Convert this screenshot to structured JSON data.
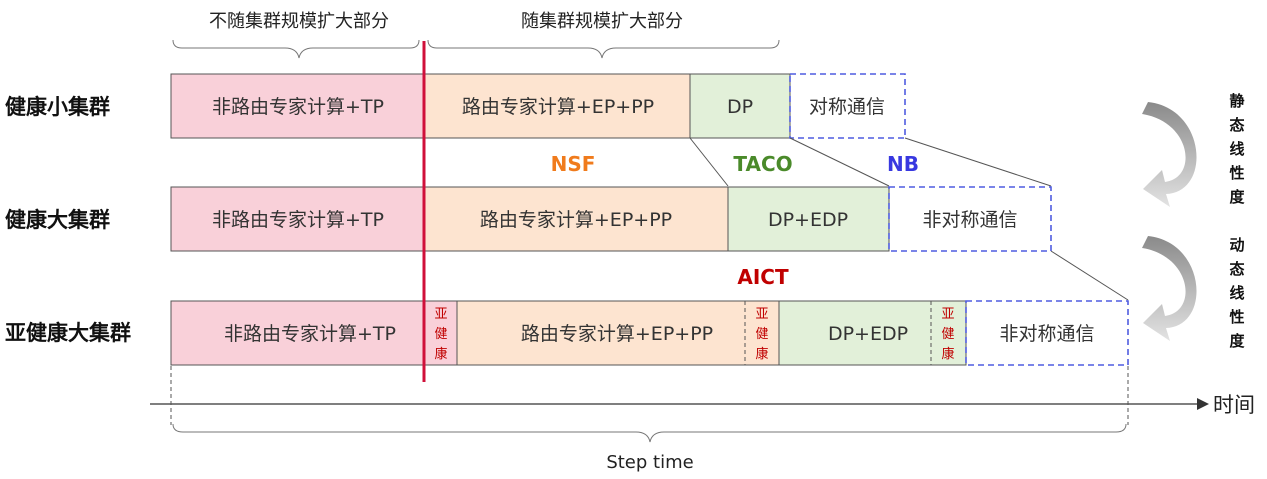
{
  "top": {
    "left_brace": "不随集群规模扩大部分",
    "right_brace": "随集群规模扩大部分"
  },
  "rows": [
    {
      "name": "健康小集群",
      "non_routing": "非路由专家计算+TP",
      "routing": "路由专家计算+EP+PP",
      "dp": "DP",
      "comm": "对称通信"
    },
    {
      "name": "健康大集群",
      "non_routing": "非路由专家计算+TP",
      "routing": "路由专家计算+EP+PP",
      "dp": "DP+EDP",
      "comm": "非对称通信"
    },
    {
      "name": "亚健康大集群",
      "non_routing": "非路由专家计算+TP",
      "routing": "路由专家计算+EP+PP",
      "dp": "DP+EDP",
      "comm": "非对称通信",
      "subhealth": [
        "亚",
        "健",
        "康"
      ]
    }
  ],
  "labels": {
    "nsf": "NSF",
    "taco": "TACO",
    "nb": "NB",
    "aict": "AICT",
    "nsf_color": "#f07b1c",
    "taco_color": "#4a8a2a",
    "nb_color": "#3838e0",
    "aict_color": "#c00000"
  },
  "side": {
    "static": [
      "静",
      "态",
      "线",
      "性",
      "度"
    ],
    "dynamic": [
      "动",
      "态",
      "线",
      "性",
      "度"
    ]
  },
  "axis": {
    "label": "时间",
    "step_time": "Step time"
  },
  "colors": {
    "pink": "#f9d0d9",
    "peach": "#fde4d0",
    "green": "#e2f0d9",
    "red_line": "#d0103a",
    "dash_blue": "#4f5be0"
  }
}
